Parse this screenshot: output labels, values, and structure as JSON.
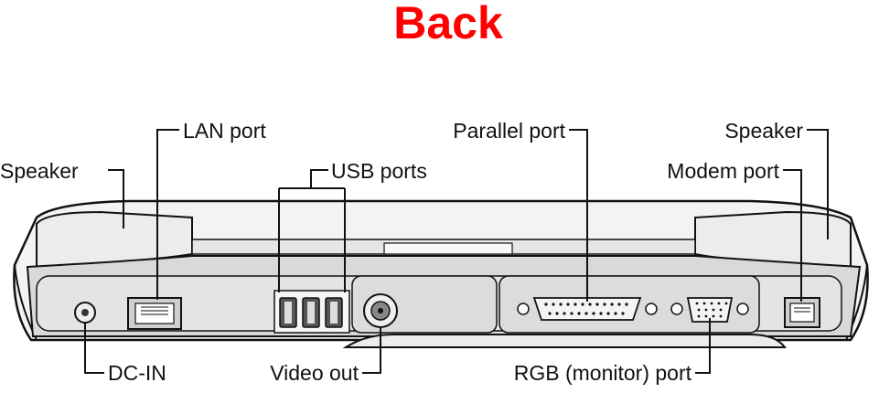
{
  "title": "Back",
  "colors": {
    "title": "#ff0000",
    "lines": "#111111",
    "body": "#f3f3f3",
    "panel": "#d9d9d9"
  },
  "labels": {
    "lan_port": "LAN port",
    "usb_ports": "USB ports",
    "parallel_port": "Parallel port",
    "speaker_left": "Speaker",
    "speaker_right": "Speaker",
    "modem_port": "Modem port",
    "dc_in": "DC-IN",
    "video_out": "Video out",
    "rgb_port": "RGB (monitor) port"
  }
}
